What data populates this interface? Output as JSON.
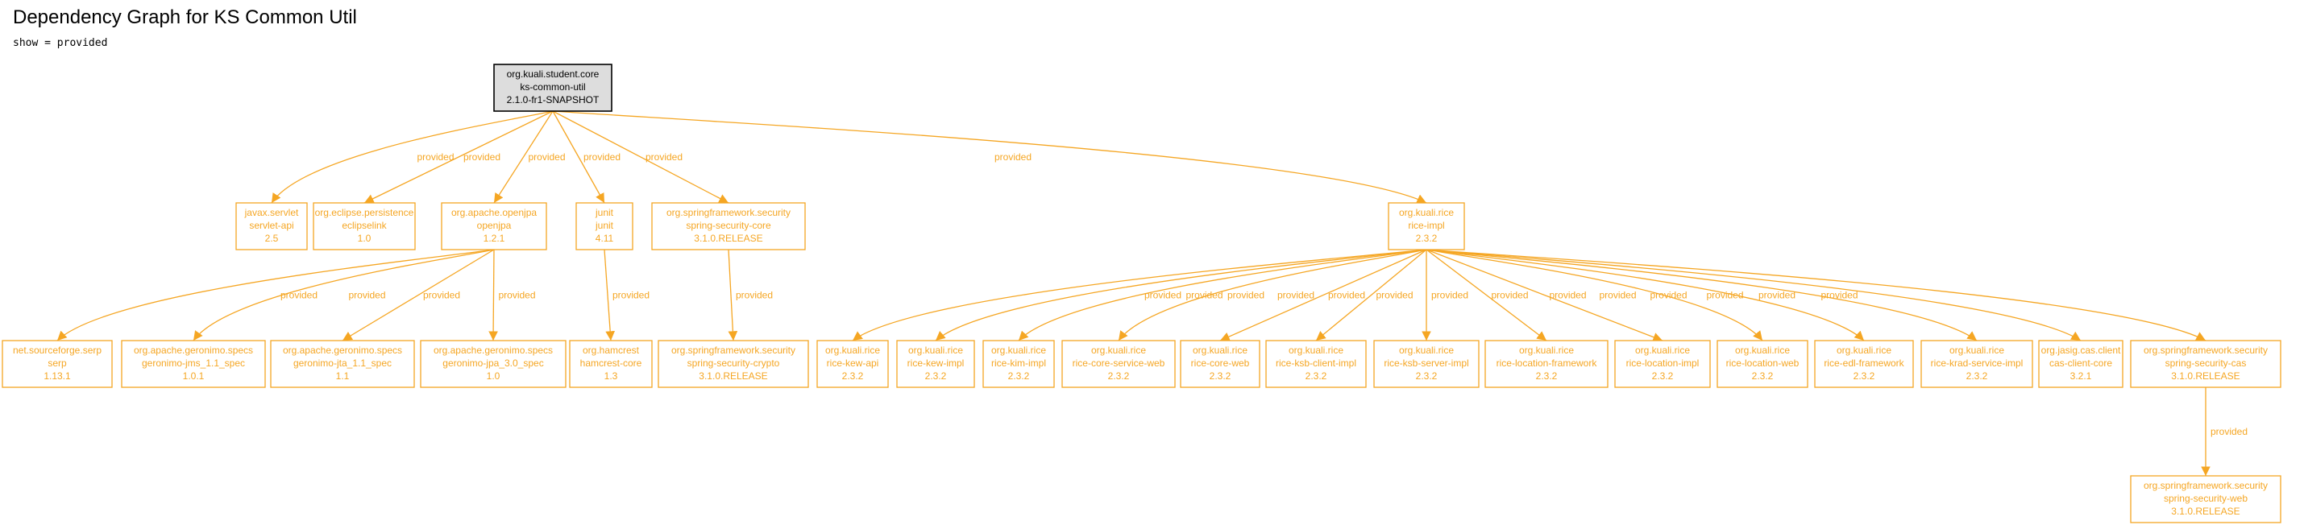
{
  "page": {
    "title": "Dependency Graph for KS Common Util",
    "subtitle": "show = provided"
  },
  "colors": {
    "accent": "#f5a623",
    "root_fill": "#dddddd",
    "root_stroke": "#000000",
    "root_text": "#000000"
  },
  "edge_label": "provided",
  "nodes": [
    {
      "id": "root",
      "lines": [
        "org.kuali.student.core",
        "ks-common-util",
        "2.1.0-fr1-SNAPSHOT"
      ]
    },
    {
      "id": "servlet-api",
      "lines": [
        "javax.servlet",
        "servlet-api",
        "2.5"
      ]
    },
    {
      "id": "eclipselink",
      "lines": [
        "org.eclipse.persistence",
        "eclipselink",
        "1.0"
      ]
    },
    {
      "id": "openjpa",
      "lines": [
        "org.apache.openjpa",
        "openjpa",
        "1.2.1"
      ]
    },
    {
      "id": "junit",
      "lines": [
        "junit",
        "junit",
        "4.11"
      ]
    },
    {
      "id": "spring-security-core",
      "lines": [
        "org.springframework.security",
        "spring-security-core",
        "3.1.0.RELEASE"
      ]
    },
    {
      "id": "rice-impl",
      "lines": [
        "org.kuali.rice",
        "rice-impl",
        "2.3.2"
      ]
    },
    {
      "id": "serp",
      "lines": [
        "net.sourceforge.serp",
        "serp",
        "1.13.1"
      ]
    },
    {
      "id": "geronimo-jms",
      "lines": [
        "org.apache.geronimo.specs",
        "geronimo-jms_1.1_spec",
        "1.0.1"
      ]
    },
    {
      "id": "geronimo-jta",
      "lines": [
        "org.apache.geronimo.specs",
        "geronimo-jta_1.1_spec",
        "1.1"
      ]
    },
    {
      "id": "geronimo-jpa",
      "lines": [
        "org.apache.geronimo.specs",
        "geronimo-jpa_3.0_spec",
        "1.0"
      ]
    },
    {
      "id": "hamcrest",
      "lines": [
        "org.hamcrest",
        "hamcrest-core",
        "1.3"
      ]
    },
    {
      "id": "spring-security-crypto",
      "lines": [
        "org.springframework.security",
        "spring-security-crypto",
        "3.1.0.RELEASE"
      ]
    },
    {
      "id": "rice-kew-api",
      "lines": [
        "org.kuali.rice",
        "rice-kew-api",
        "2.3.2"
      ]
    },
    {
      "id": "rice-kew-impl",
      "lines": [
        "org.kuali.rice",
        "rice-kew-impl",
        "2.3.2"
      ]
    },
    {
      "id": "rice-kim-impl",
      "lines": [
        "org.kuali.rice",
        "rice-kim-impl",
        "2.3.2"
      ]
    },
    {
      "id": "rice-core-service-web",
      "lines": [
        "org.kuali.rice",
        "rice-core-service-web",
        "2.3.2"
      ]
    },
    {
      "id": "rice-core-web",
      "lines": [
        "org.kuali.rice",
        "rice-core-web",
        "2.3.2"
      ]
    },
    {
      "id": "rice-ksb-client-impl",
      "lines": [
        "org.kuali.rice",
        "rice-ksb-client-impl",
        "2.3.2"
      ]
    },
    {
      "id": "rice-ksb-server-impl",
      "lines": [
        "org.kuali.rice",
        "rice-ksb-server-impl",
        "2.3.2"
      ]
    },
    {
      "id": "rice-location-framework",
      "lines": [
        "org.kuali.rice",
        "rice-location-framework",
        "2.3.2"
      ]
    },
    {
      "id": "rice-location-impl",
      "lines": [
        "org.kuali.rice",
        "rice-location-impl",
        "2.3.2"
      ]
    },
    {
      "id": "rice-location-web",
      "lines": [
        "org.kuali.rice",
        "rice-location-web",
        "2.3.2"
      ]
    },
    {
      "id": "rice-edl-framework",
      "lines": [
        "org.kuali.rice",
        "rice-edl-framework",
        "2.3.2"
      ]
    },
    {
      "id": "rice-krad-service-impl",
      "lines": [
        "org.kuali.rice",
        "rice-krad-service-impl",
        "2.3.2"
      ]
    },
    {
      "id": "cas-client-core",
      "lines": [
        "org.jasig.cas.client",
        "cas-client-core",
        "3.2.1"
      ]
    },
    {
      "id": "spring-security-cas",
      "lines": [
        "org.springframework.security",
        "spring-security-cas",
        "3.1.0.RELEASE"
      ]
    },
    {
      "id": "spring-security-web",
      "lines": [
        "org.springframework.security",
        "spring-security-web",
        "3.1.0.RELEASE"
      ]
    }
  ],
  "edges": [
    {
      "from": "root",
      "to": "servlet-api"
    },
    {
      "from": "root",
      "to": "eclipselink"
    },
    {
      "from": "root",
      "to": "openjpa"
    },
    {
      "from": "root",
      "to": "junit"
    },
    {
      "from": "root",
      "to": "spring-security-core"
    },
    {
      "from": "root",
      "to": "rice-impl"
    },
    {
      "from": "openjpa",
      "to": "serp"
    },
    {
      "from": "openjpa",
      "to": "geronimo-jms"
    },
    {
      "from": "openjpa",
      "to": "geronimo-jta"
    },
    {
      "from": "openjpa",
      "to": "geronimo-jpa"
    },
    {
      "from": "junit",
      "to": "hamcrest"
    },
    {
      "from": "spring-security-core",
      "to": "spring-security-crypto"
    },
    {
      "from": "rice-impl",
      "to": "rice-kew-api"
    },
    {
      "from": "rice-impl",
      "to": "rice-kew-impl"
    },
    {
      "from": "rice-impl",
      "to": "rice-kim-impl"
    },
    {
      "from": "rice-impl",
      "to": "rice-core-service-web"
    },
    {
      "from": "rice-impl",
      "to": "rice-core-web"
    },
    {
      "from": "rice-impl",
      "to": "rice-ksb-client-impl"
    },
    {
      "from": "rice-impl",
      "to": "rice-ksb-server-impl"
    },
    {
      "from": "rice-impl",
      "to": "rice-location-framework"
    },
    {
      "from": "rice-impl",
      "to": "rice-location-impl"
    },
    {
      "from": "rice-impl",
      "to": "rice-location-web"
    },
    {
      "from": "rice-impl",
      "to": "rice-edl-framework"
    },
    {
      "from": "rice-impl",
      "to": "rice-krad-service-impl"
    },
    {
      "from": "rice-impl",
      "to": "cas-client-core"
    },
    {
      "from": "rice-impl",
      "to": "spring-security-cas"
    },
    {
      "from": "spring-security-cas",
      "to": "spring-security-web"
    }
  ]
}
